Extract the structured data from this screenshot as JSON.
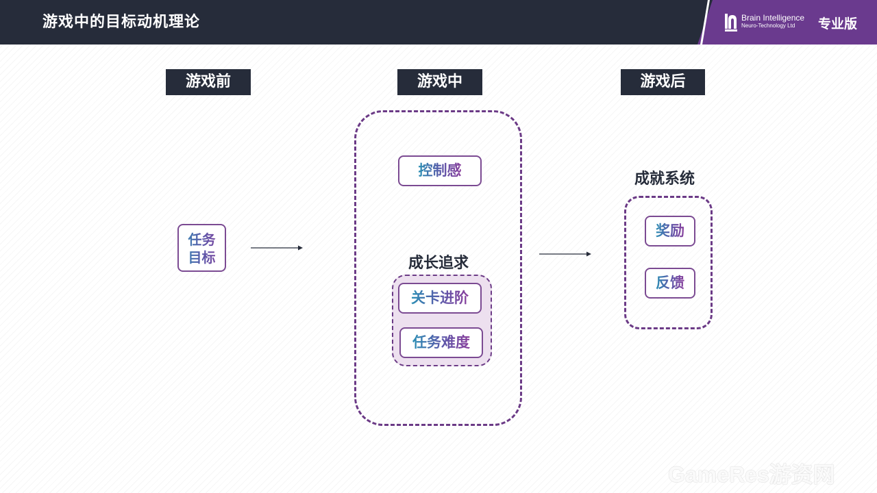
{
  "header": {
    "title": "游戏中的目标动机理论",
    "brand_name": "Brain Intelligence",
    "brand_sub": "Neuro-Technology Ltd",
    "edition": "专业版"
  },
  "stages": {
    "before": "游戏前",
    "during": "游戏中",
    "after": "游戏后"
  },
  "before": {
    "task_goal_line1": "任务",
    "task_goal_line2": "目标"
  },
  "during": {
    "control": "控制感",
    "growth_title": "成长追求",
    "level_progress": "关卡进阶",
    "task_difficulty": "任务难度"
  },
  "after": {
    "achievement_title": "成就系统",
    "reward": "奖励",
    "feedback": "反馈"
  },
  "watermark": "GameRes游资网",
  "colors": {
    "dark": "#262c3a",
    "purple": "#6b3a86",
    "gradient_start": "#2c8fb4",
    "gradient_end": "#8a3f9c",
    "growth_fill": "#ede0ef"
  }
}
